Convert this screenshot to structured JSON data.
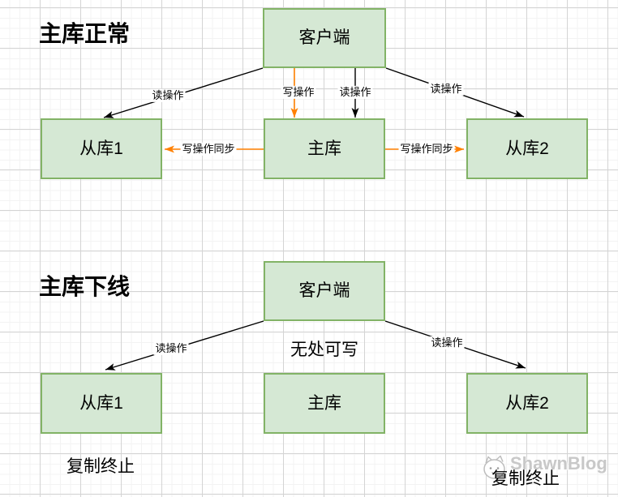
{
  "sections": {
    "normal": {
      "title": "主库正常",
      "nodes": {
        "client": "客户端",
        "slave1": "从库1",
        "master": "主库",
        "slave2": "从库2"
      },
      "edge_labels": {
        "read_left": "读操作",
        "write": "写操作",
        "read_mid": "读操作",
        "read_right": "读操作",
        "sync_left": "写操作同步",
        "sync_right": "写操作同步"
      }
    },
    "offline": {
      "title": "主库下线",
      "nodes": {
        "client": "客户端",
        "slave1": "从库1",
        "master": "主库",
        "slave2": "从库2"
      },
      "edge_labels": {
        "read_left": "读操作",
        "read_right": "读操作"
      },
      "notes": {
        "nowhere_to_write": "无处可写",
        "replication_stopped_left": "复制终止",
        "replication_stopped_right": "复制终止"
      }
    }
  },
  "watermark": {
    "text": "ShawnBlog"
  },
  "colors": {
    "node_fill": "#d5e8d4",
    "node_border": "#82b366",
    "arrow_black": "#000000",
    "arrow_orange": "#ff8000",
    "grid_major": "#d4d4d4",
    "grid_minor": "#f3f3f3",
    "watermark_text": "#c8c8c8"
  }
}
